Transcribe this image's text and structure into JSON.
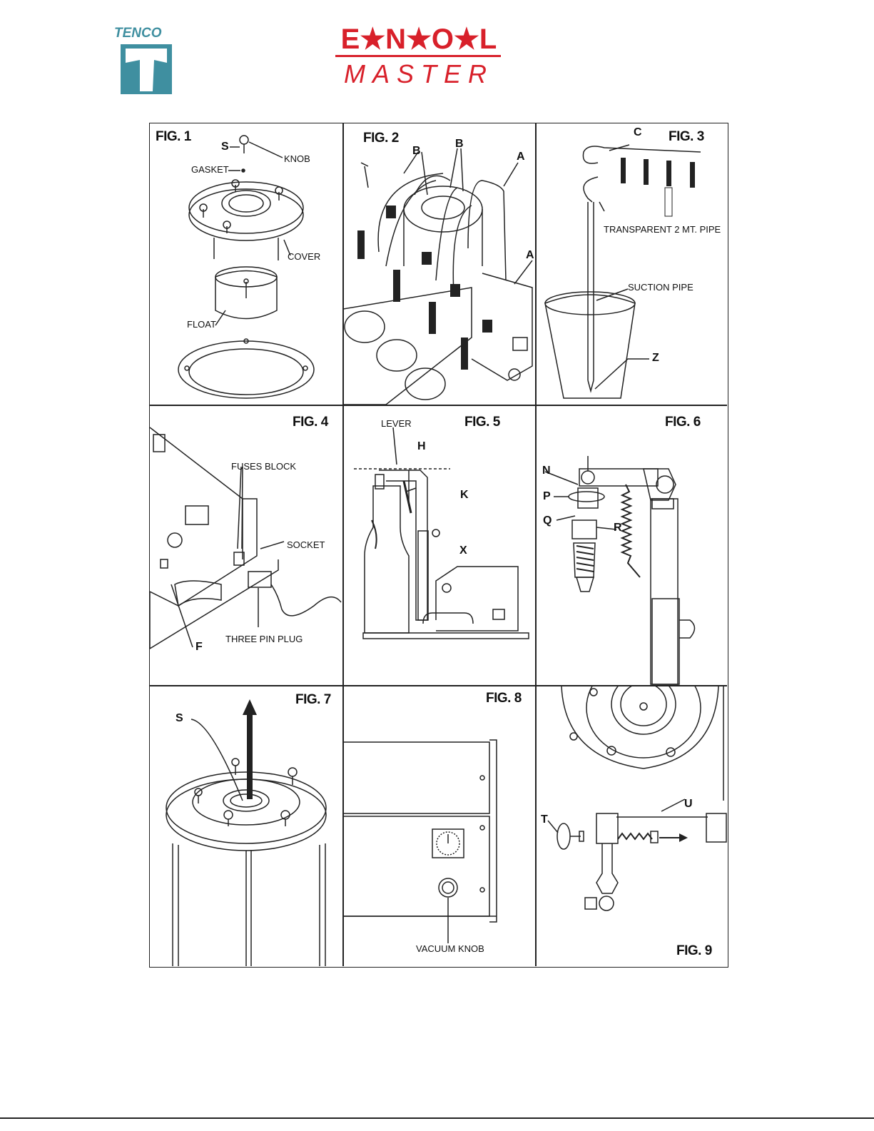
{
  "header": {
    "tenco_logo_text": "TENCO",
    "enol_logo_text": "E★N★O★L",
    "master_logo_text": "MASTER",
    "brand_colors": {
      "tenco": "#3f8fa0",
      "enol": "#d8202a"
    }
  },
  "figures": {
    "fig1": {
      "title": "FIG. 1",
      "labels": {
        "s": "S",
        "knob": "KNOB",
        "gasket": "GASKET",
        "cover": "COVER",
        "float": "FLOAT"
      }
    },
    "fig2": {
      "title": "FIG. 2",
      "labels": {
        "b1": "B",
        "b2": "B",
        "a1": "A",
        "a2": "A"
      }
    },
    "fig3": {
      "title": "FIG. 3",
      "labels": {
        "c": "C",
        "pipe": "TRANSPARENT 2 MT. PIPE",
        "suction": "SUCTION PIPE",
        "z": "Z"
      }
    },
    "fig4": {
      "title": "FIG. 4",
      "labels": {
        "fuses": "FUSES BLOCK",
        "socket": "SOCKET",
        "plug": "THREE PIN PLUG",
        "f": "F"
      }
    },
    "fig5": {
      "title": "FIG. 5",
      "labels": {
        "lever": "LEVER",
        "h": "H",
        "k": "K",
        "x": "X"
      }
    },
    "fig6": {
      "title": "FIG. 6",
      "labels": {
        "n": "N",
        "p": "P",
        "q": "Q",
        "r": "R"
      }
    },
    "fig7": {
      "title": "FIG. 7",
      "labels": {
        "s": "S"
      }
    },
    "fig8": {
      "title": "FIG. 8",
      "labels": {
        "vacuum": "VACUUM KNOB"
      }
    },
    "fig9": {
      "title": "FIG. 9",
      "labels": {
        "t": "T",
        "u": "U"
      }
    }
  }
}
